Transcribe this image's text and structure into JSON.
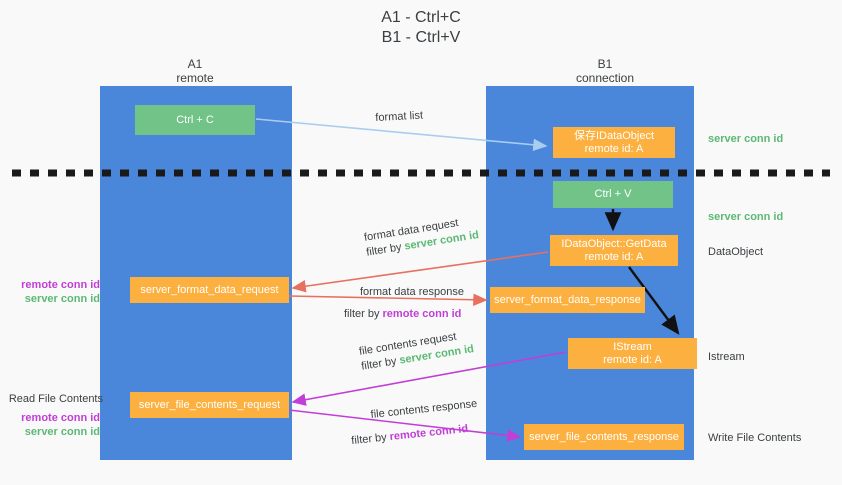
{
  "title": {
    "line1": "A1 - Ctrl+C",
    "line2": "B1 - Ctrl+V"
  },
  "columns": [
    {
      "id": "a1",
      "line1": "A1",
      "line2": "remote"
    },
    {
      "id": "b1",
      "line1": "B1",
      "line2": "connection"
    }
  ],
  "nodes": {
    "ctrl_c": {
      "label": "Ctrl + C",
      "color": "#72c387"
    },
    "save_idataobject": {
      "label": "保存IDataObject",
      "sub": "remote id: A",
      "color": "#fbb03f"
    },
    "ctrl_v": {
      "label": "Ctrl + V",
      "color": "#72c387"
    },
    "getdata": {
      "label": "IDataObject::GetData",
      "sub": "remote id: A",
      "color": "#fbb03f"
    },
    "server_format_data_request": {
      "label": "server_format_data_request",
      "color": "#fbb03f"
    },
    "server_format_data_response": {
      "label": "server_format_data_response",
      "color": "#fbb03f"
    },
    "istream": {
      "label": "IStream",
      "sub": "remote id: A",
      "color": "#fbb03f"
    },
    "server_file_contents_request": {
      "label": "server_file_contents_request",
      "color": "#fbb03f"
    },
    "server_file_contents_response": {
      "label": "server_file_contents_response",
      "color": "#fbb03f"
    }
  },
  "edge_labels": {
    "format_list": "format list",
    "format_data_request": "format data request",
    "format_data_response": "format data response",
    "file_contents_request": "file contents request",
    "file_contents_response": "file contents response",
    "filter_by": "filter by",
    "server_conn_id": "server conn id",
    "remote_conn_id": "remote conn id"
  },
  "side_labels": {
    "server_conn_id": "server conn id",
    "remote_conn_id": "remote conn id",
    "dataobject": "DataObject",
    "istream": "Istream",
    "write_file_contents": "Write File Contents",
    "read_file_contents": "Read File Contents"
  },
  "colors": {
    "lane": "#4a86da",
    "green_node": "#72c387",
    "orange_node": "#fbb03f",
    "green_text": "#5bb974",
    "purple_text": "#c13fd6",
    "arrow_red": "#e8705f",
    "arrow_magenta": "#c13fd6",
    "arrow_lightblue": "#a8cdf0",
    "arrow_black": "#000000",
    "background": "#f9f9f9",
    "text": "#3c4043"
  }
}
